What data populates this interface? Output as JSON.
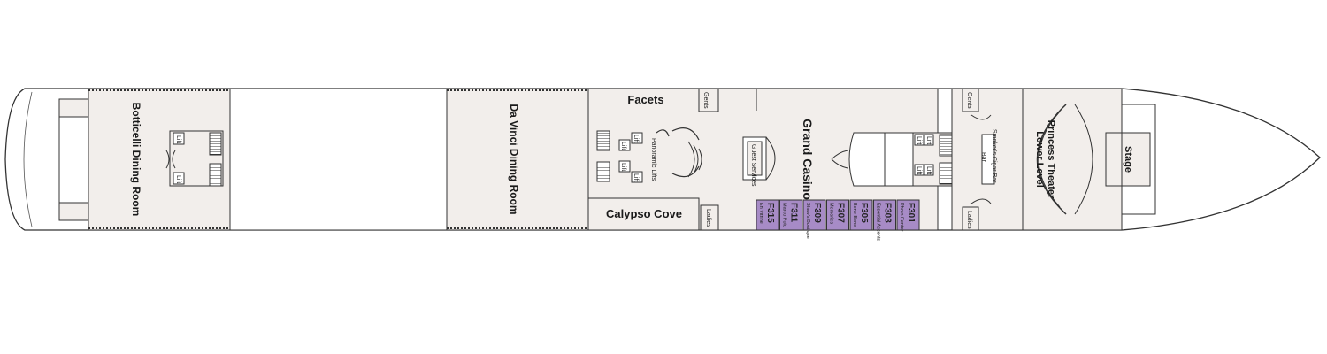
{
  "map": {
    "venues": {
      "botticelli": "Botticelli Dining Room",
      "davinci": "Da Vinci Dining Room",
      "facets": "Facets",
      "calypso": "Calypso Cove",
      "grand_casino": "Grand Casino",
      "guest_services": "Guest Services",
      "smokers_bar": "Smoker's Cigar Bar",
      "theater_line1": "Princess Theater",
      "theater_line2": "Lower Level",
      "stage": "Stage",
      "panoramic_lifts": "Panoramic Lifts"
    },
    "restrooms": {
      "gents_1": "Gents",
      "gents_2": "Gents",
      "ladies_1": "Ladies",
      "ladies_2": "Ladies"
    },
    "lift_label": "Lift",
    "shops": [
      {
        "code": "F315",
        "name": "En Vitrine"
      },
      {
        "code": "F311",
        "name": "Marco Polo"
      },
      {
        "code": "F309",
        "name": "Shaw's Boutique"
      },
      {
        "code": "F307",
        "name": "Memories"
      },
      {
        "code": "F305",
        "name": "Bene Bene"
      },
      {
        "code": "F303",
        "name": "Essential Accents"
      },
      {
        "code": "F301",
        "name": "Photo Center"
      }
    ],
    "colors": {
      "room_fill": "#f2eeeb",
      "shop_fill": "#a78bc6",
      "outline": "#333333"
    }
  }
}
